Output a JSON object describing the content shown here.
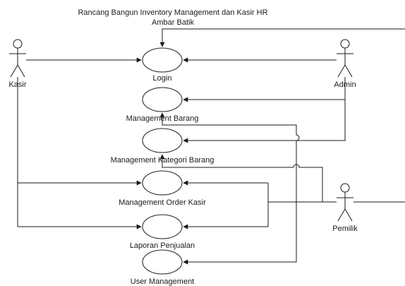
{
  "title": {
    "line1": "Rancang Bangun Inventory Management dan Kasir HR",
    "line2": "Ambar Batik"
  },
  "actors": {
    "kasir": "Kasir",
    "admin": "Admin",
    "pemilik": "Pemilik"
  },
  "use_cases": {
    "login": "Login",
    "management_barang": "Management Barang",
    "management_kategori_barang": "Management Kategori Barang",
    "management_order_kasir": "Management Order Kasir",
    "laporan_penjualan": "Laporan Penjualan",
    "user_management": "User Management"
  }
}
